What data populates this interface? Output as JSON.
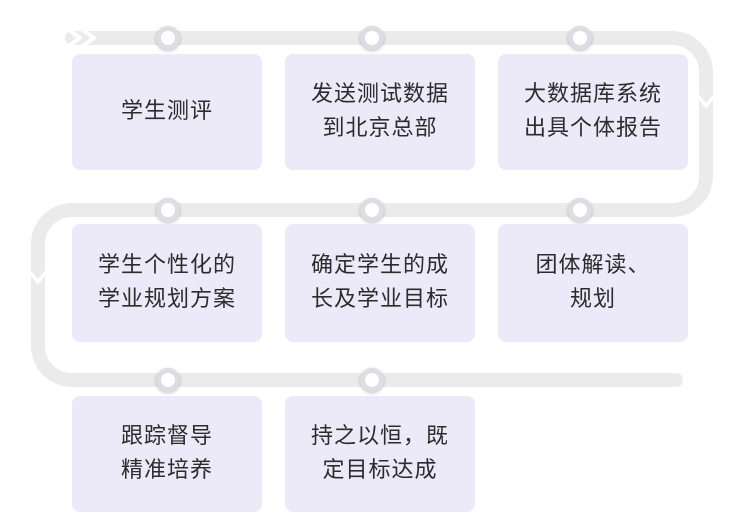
{
  "colors": {
    "box_fill": "#ece9f8",
    "track": "#ebebeb",
    "node_ring": "#dedde3",
    "text": "#2c2c2c"
  },
  "steps": [
    {
      "label": "学生测评"
    },
    {
      "label": "发送测试数据\n到北京总部"
    },
    {
      "label": "大数据库系统\n出具个体报告"
    },
    {
      "label": "学生个性化的\n学业规划方案"
    },
    {
      "label": "确定学生的成\n长及学业目标"
    },
    {
      "label": "团体解读、\n规划"
    },
    {
      "label": "跟踪督导\n精准培养"
    },
    {
      "label": "持之以恒，既\n定目标达成"
    }
  ]
}
